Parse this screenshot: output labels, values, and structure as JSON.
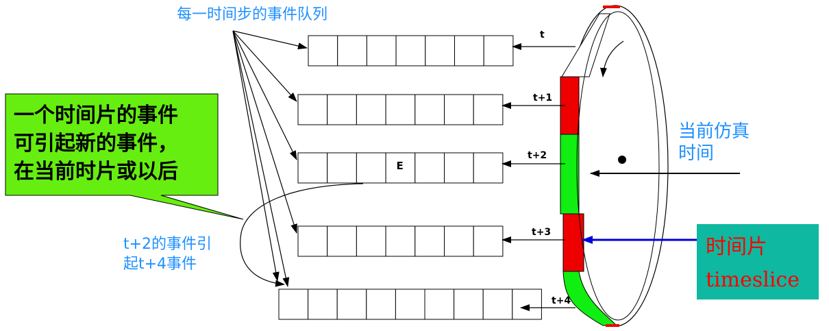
{
  "colors": {
    "callout_bg": "#66ee11",
    "label_blue": "#1e90ff",
    "slice_red": "#ee0000",
    "slice_green": "#11ee11",
    "timeslice_bg": "#0fb8a0",
    "timeslice_text": "#ff0000",
    "blue_arrow": "#0000dd"
  },
  "title": "每一时间步的事件队列",
  "callout": {
    "lines": [
      "一个时间片的事件",
      "可引起新的事件，",
      "在当前时片或以后"
    ]
  },
  "queues": [
    {
      "label": "t",
      "cells": 7
    },
    {
      "label": "t+1",
      "cells": 7
    },
    {
      "label": "t+2",
      "cells": 7,
      "event": {
        "cell": 3,
        "text": "E"
      }
    },
    {
      "label": "t+3",
      "cells": 7
    },
    {
      "label": "t+4",
      "cells": 9
    }
  ],
  "current_time_label": [
    "当前仿真",
    "时间"
  ],
  "cause_label": [
    "t+2的事件引",
    "起t+4事件"
  ],
  "timeslice": {
    "line1": "时间片",
    "line2": "timeslice"
  },
  "ring_slices": [
    "white",
    "red",
    "green",
    "red",
    "green"
  ]
}
